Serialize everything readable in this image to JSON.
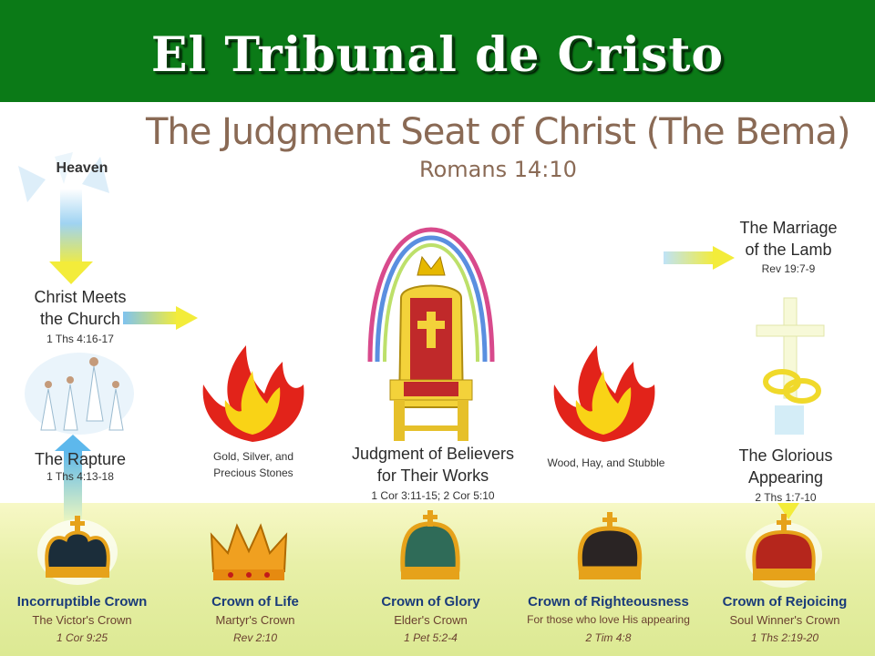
{
  "banner": {
    "title": "El Tribunal de Cristo"
  },
  "diagram": {
    "title": "The Judgment Seat of Christ (The Bema)",
    "subtitle": "Romans 14:10",
    "heaven": "Heaven",
    "christ_meets": {
      "line1": "Christ Meets",
      "line2": "the Church",
      "ref": "1 Ths 4:16-17"
    },
    "rapture": {
      "title": "The Rapture",
      "ref": "1 Ths 4:13-18"
    },
    "gold": {
      "line1": "Gold, Silver, and",
      "line2": "Precious Stones"
    },
    "judgment": {
      "line1": "Judgment of Believers",
      "line2": "for Their Works",
      "ref": "1 Cor 3:11-15;  2 Cor 5:10"
    },
    "wood": "Wood, Hay, and Stubble",
    "marriage": {
      "line1": "The Marriage",
      "line2": "of the Lamb",
      "ref": "Rev 19:7-9"
    },
    "glorious": {
      "line1": "The Glorious",
      "line2": "Appearing",
      "ref": "2 Ths 1:7-10"
    },
    "crowns": [
      {
        "name": "Incorruptible Crown",
        "subtitle": "The Victor's Crown",
        "ref": "1 Cor 9:25"
      },
      {
        "name": "Crown of Life",
        "subtitle": "Martyr's Crown",
        "ref": "Rev 2:10"
      },
      {
        "name": "Crown of Glory",
        "subtitle": "Elder's Crown",
        "ref": "1 Pet 5:2-4"
      },
      {
        "name": "Crown of Righteousness",
        "subtitle": "For those who love His appearing",
        "ref": "2 Tim 4:8"
      },
      {
        "name": "Crown of Rejoicing",
        "subtitle": "Soul Winner's Crown",
        "ref": "1 Ths 2:19-20"
      }
    ]
  },
  "colors": {
    "banner_green": "#0b7a17",
    "arrow_yellow": "#f3ec3a",
    "arrow_blue": "#7fc3ef",
    "flame_red": "#e2231a",
    "flame_yellow": "#f9d316",
    "crown_gold": "#e6a21a"
  }
}
